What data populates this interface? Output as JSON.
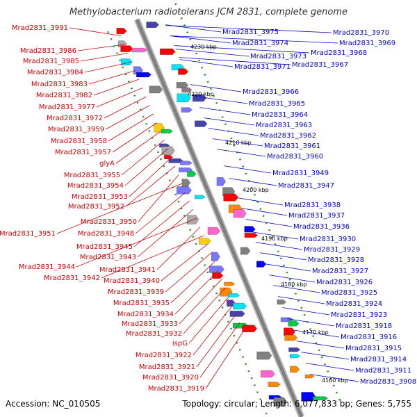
{
  "header": {
    "title": "Methylobacterium radiotolerans JCM 2831, complete genome"
  },
  "footer": {
    "accession": "Accession: NC_010505",
    "topology": "Topology: circular; Length: 6,077,833 bp; Genes: 5,755"
  },
  "colors": {
    "left_label": "#cc0000",
    "right_label": "#0000cc",
    "strand_red": "#ff0000",
    "strand_blue": "#0000ff",
    "tick": "#228b22",
    "axis": "#808080"
  },
  "kbp_markers": [
    "4230 kbp",
    "4220 kbp",
    "4210 kbp",
    "4200 kbp",
    "4190 kbp",
    "4180 kbp",
    "4170 kbp",
    "4160 kbp"
  ],
  "left_labels": [
    "Mrad2831_3991",
    "Mrad2831_3986",
    "Mrad2831_3985",
    "Mrad2831_3984",
    "Mrad2831_3983",
    "Mrad2831_3982",
    "Mrad2831_3977",
    "Mrad2831_3972",
    "Mrad2831_3959",
    "Mrad2831_3958",
    "Mrad2831_3957",
    "glyA",
    "Mrad2831_3955",
    "Mrad2831_3954",
    "Mrad2831_3953",
    "Mrad2831_3952",
    "Mrad2831_3950",
    "Mrad2831_3951",
    "Mrad2831_3948",
    "Mrad2831_3945",
    "Mrad2831_3943",
    "Mrad2831_3944",
    "Mrad2831_3941",
    "Mrad2831_3942",
    "Mrad2831_3940",
    "Mrad2831_3939",
    "Mrad2831_3935",
    "Mrad2831_3934",
    "Mrad2831_3933",
    "Mrad2831_3932",
    "ispG",
    "Mrad2831_3922",
    "Mrad2831_3921",
    "Mrad2831_3920",
    "Mrad2831_3919"
  ],
  "right_labels": [
    "Mrad2831_3975",
    "Mrad2831_3970",
    "Mrad2831_3974",
    "Mrad2831_3969",
    "Mrad2831_3968",
    "Mrad2831_3973",
    "Mrad2831_3971",
    "Mrad2831_3967",
    "Mrad2831_3966",
    "Mrad2831_3965",
    "Mrad2831_3964",
    "Mrad2831_3963",
    "Mrad2831_3962",
    "Mrad2831_3961",
    "Mrad2831_3960",
    "Mrad2831_3949",
    "Mrad2831_3947",
    "Mrad2831_3938",
    "Mrad2831_3937",
    "Mrad2831_3936",
    "Mrad2831_3930",
    "Mrad2831_3929",
    "Mrad2831_3928",
    "Mrad2831_3927",
    "Mrad2831_3926",
    "Mrad2831_3925",
    "Mrad2831_3924",
    "Mrad2831_3923",
    "Mrad2831_3918",
    "Mrad2831_3916",
    "Mrad2831_3915",
    "Mrad2831_3914",
    "Mrad2831_3911",
    "Mrad2831_3908"
  ]
}
